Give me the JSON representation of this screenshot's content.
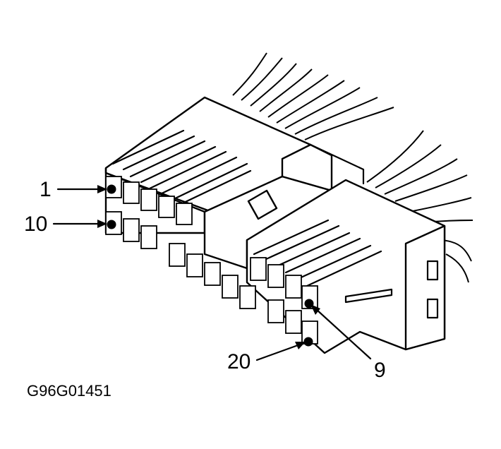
{
  "callouts": [
    {
      "id": "pin-1",
      "text": "1"
    },
    {
      "id": "pin-10",
      "text": "10"
    },
    {
      "id": "pin-9",
      "text": "9"
    },
    {
      "id": "pin-20",
      "text": "20"
    }
  ],
  "figure_code": "G96G01451"
}
